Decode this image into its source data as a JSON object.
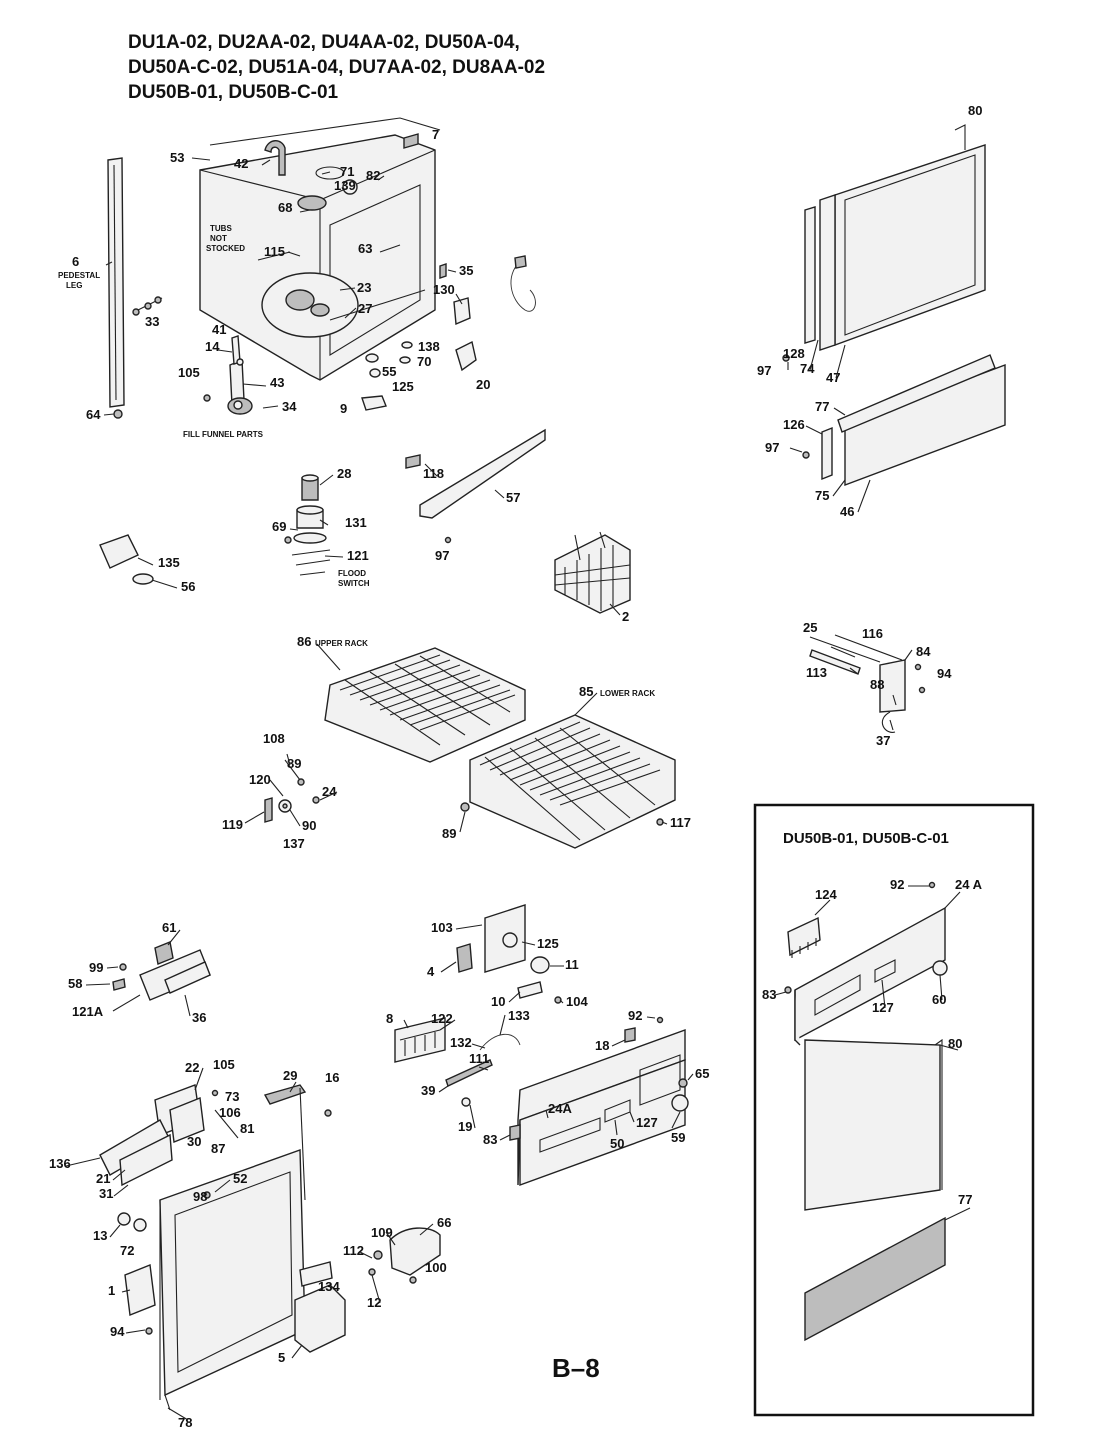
{
  "header": {
    "model_lines": [
      "DU1A-02, DU2AA-02, DU4AA-02, DU50A-04,",
      "DU50A-C-02, DU51A-04, DU7AA-02, DU8AA-02",
      "DU50B-01,  DU50B-C-01"
    ]
  },
  "annotations": {
    "tubs_not_stocked": [
      "TUBS",
      "NOT",
      "STOCKED"
    ],
    "pedestal_leg": [
      "PEDESTAL",
      "LEG"
    ],
    "fill_funnel_parts": "FILL FUNNEL PARTS",
    "flood_switch": [
      "FLOOD",
      "SWITCH"
    ],
    "upper_rack": "UPPER RACK",
    "lower_rack": "LOWER RACK"
  },
  "inset": {
    "title": "DU50B-01,  DU50B-C-01"
  },
  "page_label": "B–8",
  "parts": [
    {
      "id": "p80a",
      "text": "80"
    },
    {
      "id": "p7",
      "text": "7"
    },
    {
      "id": "p53",
      "text": "53"
    },
    {
      "id": "p42",
      "text": "42"
    },
    {
      "id": "p71",
      "text": "71"
    },
    {
      "id": "p82",
      "text": "82"
    },
    {
      "id": "p139",
      "text": "139"
    },
    {
      "id": "p68",
      "text": "68"
    },
    {
      "id": "p6",
      "text": "6"
    },
    {
      "id": "p115",
      "text": "115"
    },
    {
      "id": "p63",
      "text": "63"
    },
    {
      "id": "p35",
      "text": "35"
    },
    {
      "id": "p130",
      "text": "130"
    },
    {
      "id": "p23",
      "text": "23"
    },
    {
      "id": "p27",
      "text": "27"
    },
    {
      "id": "p33",
      "text": "33"
    },
    {
      "id": "p41",
      "text": "41"
    },
    {
      "id": "p14",
      "text": "14"
    },
    {
      "id": "p138",
      "text": "138"
    },
    {
      "id": "p70",
      "text": "70"
    },
    {
      "id": "p55",
      "text": "55"
    },
    {
      "id": "p125a",
      "text": "125"
    },
    {
      "id": "p20",
      "text": "20"
    },
    {
      "id": "p105a",
      "text": "105"
    },
    {
      "id": "p43",
      "text": "43"
    },
    {
      "id": "p34",
      "text": "34"
    },
    {
      "id": "p9",
      "text": "9"
    },
    {
      "id": "p64",
      "text": "64"
    },
    {
      "id": "p97a",
      "text": "97"
    },
    {
      "id": "p128",
      "text": "128"
    },
    {
      "id": "p74",
      "text": "74"
    },
    {
      "id": "p47",
      "text": "47"
    },
    {
      "id": "p77a",
      "text": "77"
    },
    {
      "id": "p126",
      "text": "126"
    },
    {
      "id": "p97b",
      "text": "97"
    },
    {
      "id": "p75",
      "text": "75"
    },
    {
      "id": "p46",
      "text": "46"
    },
    {
      "id": "p28",
      "text": "28"
    },
    {
      "id": "p118",
      "text": "118"
    },
    {
      "id": "p57",
      "text": "57"
    },
    {
      "id": "p69",
      "text": "69"
    },
    {
      "id": "p131",
      "text": "131"
    },
    {
      "id": "p121",
      "text": "121"
    },
    {
      "id": "p97c",
      "text": "97"
    },
    {
      "id": "p135",
      "text": "135"
    },
    {
      "id": "p56",
      "text": "56"
    },
    {
      "id": "p2",
      "text": "2"
    },
    {
      "id": "p86",
      "text": "86"
    },
    {
      "id": "p85",
      "text": "85"
    },
    {
      "id": "p25",
      "text": "25"
    },
    {
      "id": "p116",
      "text": "116"
    },
    {
      "id": "p84",
      "text": "84"
    },
    {
      "id": "p94a",
      "text": "94"
    },
    {
      "id": "p113",
      "text": "113"
    },
    {
      "id": "p88",
      "text": "88"
    },
    {
      "id": "p37",
      "text": "37"
    },
    {
      "id": "p108",
      "text": "108"
    },
    {
      "id": "p89a",
      "text": "89"
    },
    {
      "id": "p120",
      "text": "120"
    },
    {
      "id": "p24",
      "text": "24"
    },
    {
      "id": "p119",
      "text": "119"
    },
    {
      "id": "p90",
      "text": "90"
    },
    {
      "id": "p137",
      "text": "137"
    },
    {
      "id": "p89b",
      "text": "89"
    },
    {
      "id": "p117",
      "text": "117"
    },
    {
      "id": "p61",
      "text": "61"
    },
    {
      "id": "p99",
      "text": "99"
    },
    {
      "id": "p58",
      "text": "58"
    },
    {
      "id": "p121A",
      "text": "121A"
    },
    {
      "id": "p36",
      "text": "36"
    },
    {
      "id": "p103",
      "text": "103"
    },
    {
      "id": "p125b",
      "text": "125"
    },
    {
      "id": "p4",
      "text": "4"
    },
    {
      "id": "p11",
      "text": "11"
    },
    {
      "id": "p10",
      "text": "10"
    },
    {
      "id": "p104",
      "text": "104"
    },
    {
      "id": "p8",
      "text": "8"
    },
    {
      "id": "p122",
      "text": "122"
    },
    {
      "id": "p133",
      "text": "133"
    },
    {
      "id": "p132",
      "text": "132"
    },
    {
      "id": "p111",
      "text": "111"
    },
    {
      "id": "p92a",
      "text": "92"
    },
    {
      "id": "p18",
      "text": "18"
    },
    {
      "id": "p65",
      "text": "65"
    },
    {
      "id": "p39",
      "text": "39"
    },
    {
      "id": "p24Aa",
      "text": "24A"
    },
    {
      "id": "p127a",
      "text": "127"
    },
    {
      "id": "p19",
      "text": "19"
    },
    {
      "id": "p83a",
      "text": "83"
    },
    {
      "id": "p50",
      "text": "50"
    },
    {
      "id": "p59",
      "text": "59"
    },
    {
      "id": "p22",
      "text": "22"
    },
    {
      "id": "p105b",
      "text": "105"
    },
    {
      "id": "p29",
      "text": "29"
    },
    {
      "id": "p16",
      "text": "16"
    },
    {
      "id": "p73",
      "text": "73"
    },
    {
      "id": "p106",
      "text": "106"
    },
    {
      "id": "p81",
      "text": "81"
    },
    {
      "id": "p30",
      "text": "30"
    },
    {
      "id": "p87",
      "text": "87"
    },
    {
      "id": "p136",
      "text": "136"
    },
    {
      "id": "p52",
      "text": "52"
    },
    {
      "id": "p21",
      "text": "21"
    },
    {
      "id": "p31",
      "text": "31"
    },
    {
      "id": "p98",
      "text": "98"
    },
    {
      "id": "p13",
      "text": "13"
    },
    {
      "id": "p72",
      "text": "72"
    },
    {
      "id": "p66",
      "text": "66"
    },
    {
      "id": "p109",
      "text": "109"
    },
    {
      "id": "p112",
      "text": "112"
    },
    {
      "id": "p100",
      "text": "100"
    },
    {
      "id": "p134",
      "text": "134"
    },
    {
      "id": "p1",
      "text": "1"
    },
    {
      "id": "p12",
      "text": "12"
    },
    {
      "id": "p94b",
      "text": "94"
    },
    {
      "id": "p5",
      "text": "5"
    },
    {
      "id": "p78",
      "text": "78"
    },
    {
      "id": "p124",
      "text": "124"
    },
    {
      "id": "p92b",
      "text": "92"
    },
    {
      "id": "p24Ab",
      "text": "24 A"
    },
    {
      "id": "p83b",
      "text": "83"
    },
    {
      "id": "p127b",
      "text": "127"
    },
    {
      "id": "p60",
      "text": "60"
    },
    {
      "id": "p80b",
      "text": "80"
    },
    {
      "id": "p77b",
      "text": "77"
    }
  ]
}
